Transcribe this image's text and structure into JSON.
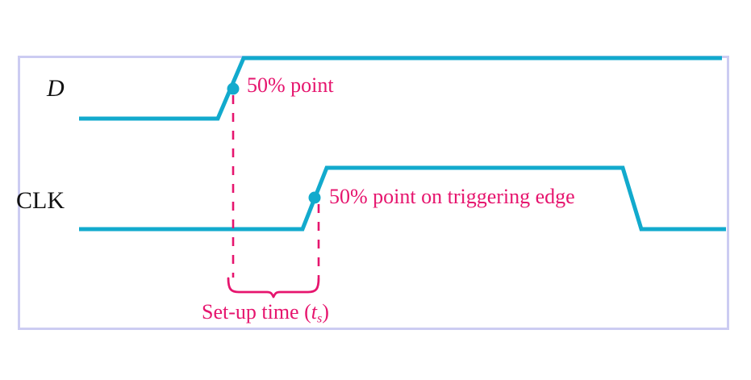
{
  "figure": {
    "kind": "timing-diagram",
    "title_visible": false,
    "border_color": "#ccccf2",
    "background_color": "#ffffff"
  },
  "signals": {
    "data": {
      "label": "D",
      "label_style": "italic",
      "color": "#12aacd"
    },
    "clock": {
      "label": "CLK",
      "label_style": "upright",
      "color": "#12aacd"
    }
  },
  "annotations": {
    "color": "#e6156e",
    "marker_color": "#12aacd",
    "data_50_percent": "50% point",
    "clock_50_percent": "50% point on triggering edge",
    "setup_time_prefix": "Set-up time (",
    "setup_time_var": "t",
    "setup_time_sub": "s",
    "setup_time_suffix": ")"
  },
  "chart_data": {
    "type": "line",
    "title": "Set-up time timing diagram",
    "xlabel": "",
    "ylabel": "",
    "grid": false,
    "legend": "none",
    "xlim": [
      22,
      903
    ],
    "ylim": [
      69,
      408
    ],
    "series": [
      {
        "name": "D",
        "color": "#12aacd",
        "points": [
          [
            98,
            147
          ],
          [
            270,
            147
          ],
          [
            302,
            72
          ],
          [
            895,
            72
          ]
        ]
      },
      {
        "name": "CLK",
        "color": "#12aacd",
        "points": [
          [
            98,
            284
          ],
          [
            375,
            284
          ],
          [
            405,
            208
          ],
          [
            772,
            208
          ],
          [
            795,
            284
          ],
          [
            900,
            284
          ]
        ]
      }
    ],
    "markers": [
      {
        "name": "d-50-percent-dot",
        "x": 289,
        "y": 110,
        "color": "#12aacd",
        "r": 7.5
      },
      {
        "name": "clk-50-percent-dot",
        "x": 390,
        "y": 245,
        "color": "#12aacd",
        "r": 7.5
      }
    ],
    "guide_lines": [
      {
        "name": "d-50-guide",
        "x": 289,
        "y1": 118,
        "y2": 344,
        "style": "dashed",
        "color": "#e6156e"
      },
      {
        "name": "clk-50-guide",
        "x": 395,
        "y1": 253,
        "y2": 344,
        "style": "dashed",
        "color": "#e6156e"
      }
    ],
    "brace": {
      "name": "setup-time-brace",
      "x_left": 283,
      "x_right": 395,
      "y_top": 345,
      "y_bottom": 366,
      "center_x": 339,
      "color": "#e6156e",
      "measures": "Set-up time (ts)"
    }
  }
}
